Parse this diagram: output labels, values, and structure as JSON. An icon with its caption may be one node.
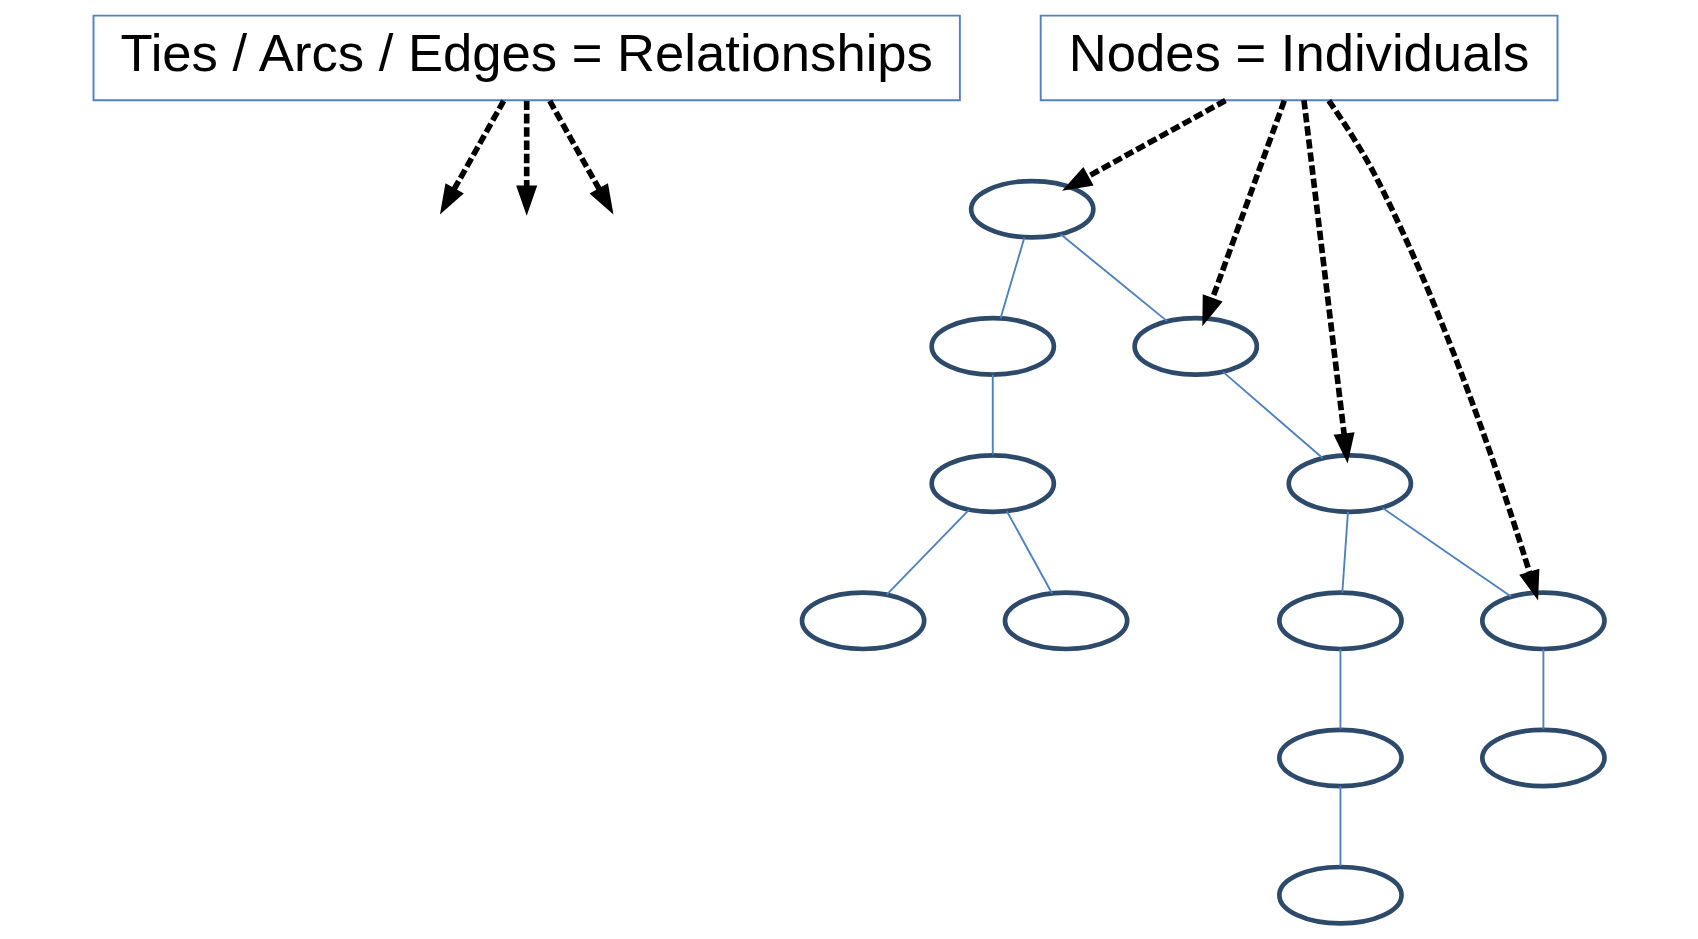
{
  "diagram": {
    "nodes": [
      {
        "text": [
          "Ties / Arcs / Edges = Relationships"
        ]
      },
      {
        "text": [
          "Nodes = Individuals"
        ]
      },
      {
        "text": [],
        "shape": "ellipse"
      },
      {
        "text": [],
        "shape": "ellipse"
      },
      {
        "text": [],
        "shape": "ellipse"
      },
      {
        "text": [],
        "shape": "ellipse"
      },
      {
        "text": [],
        "shape": "ellipse"
      },
      {
        "text": [],
        "shape": "ellipse"
      },
      {
        "text": [],
        "shape": "ellipse"
      },
      {
        "text": [],
        "shape": "ellipse"
      },
      {
        "text": [],
        "shape": "ellipse"
      },
      {
        "text": [],
        "shape": "ellipse"
      },
      {
        "text": [],
        "shape": "ellipse"
      },
      {
        "text": [],
        "shape": "ellipse"
      }
    ],
    "edges": [
      {
        "from": 2,
        "to": 3,
        "arrow": "none"
      },
      {
        "from": 2,
        "to": 4,
        "arrow": "none"
      },
      {
        "from": 3,
        "to": 5,
        "arrow": "none"
      },
      {
        "from": 4,
        "to": 6,
        "arrow": "none"
      },
      {
        "from": 5,
        "to": 7,
        "arrow": "none"
      },
      {
        "from": 5,
        "to": 8,
        "arrow": "none"
      },
      {
        "from": 6,
        "to": 9,
        "arrow": "none"
      },
      {
        "from": 6,
        "to": 10,
        "arrow": "none"
      },
      {
        "from": 9,
        "to": 11,
        "arrow": "none"
      },
      {
        "from": 10,
        "to": 12,
        "arrow": "none"
      },
      {
        "from": 11,
        "to": 13,
        "arrow": "none"
      },
      {
        "from": 0,
        "to": null,
        "arrow": "to",
        "style": "dashed",
        "color": "#000000"
      },
      {
        "from": 0,
        "to": null,
        "arrow": "to",
        "style": "dashed",
        "color": "#000000"
      },
      {
        "from": 0,
        "to": null,
        "arrow": "to",
        "style": "dashed",
        "color": "#000000"
      },
      {
        "from": 1,
        "to": 2,
        "arrow": "to",
        "style": "dashed",
        "color": "#000000"
      },
      {
        "from": 1,
        "to": 4,
        "arrow": "to",
        "style": "dashed",
        "color": "#000000"
      },
      {
        "from": 1,
        "to": 6,
        "arrow": "to",
        "style": "dashed",
        "color": "#000000"
      },
      {
        "from": 1,
        "to": 10,
        "arrow": "to",
        "style": "dashed",
        "color": "#000000"
      }
    ]
  }
}
